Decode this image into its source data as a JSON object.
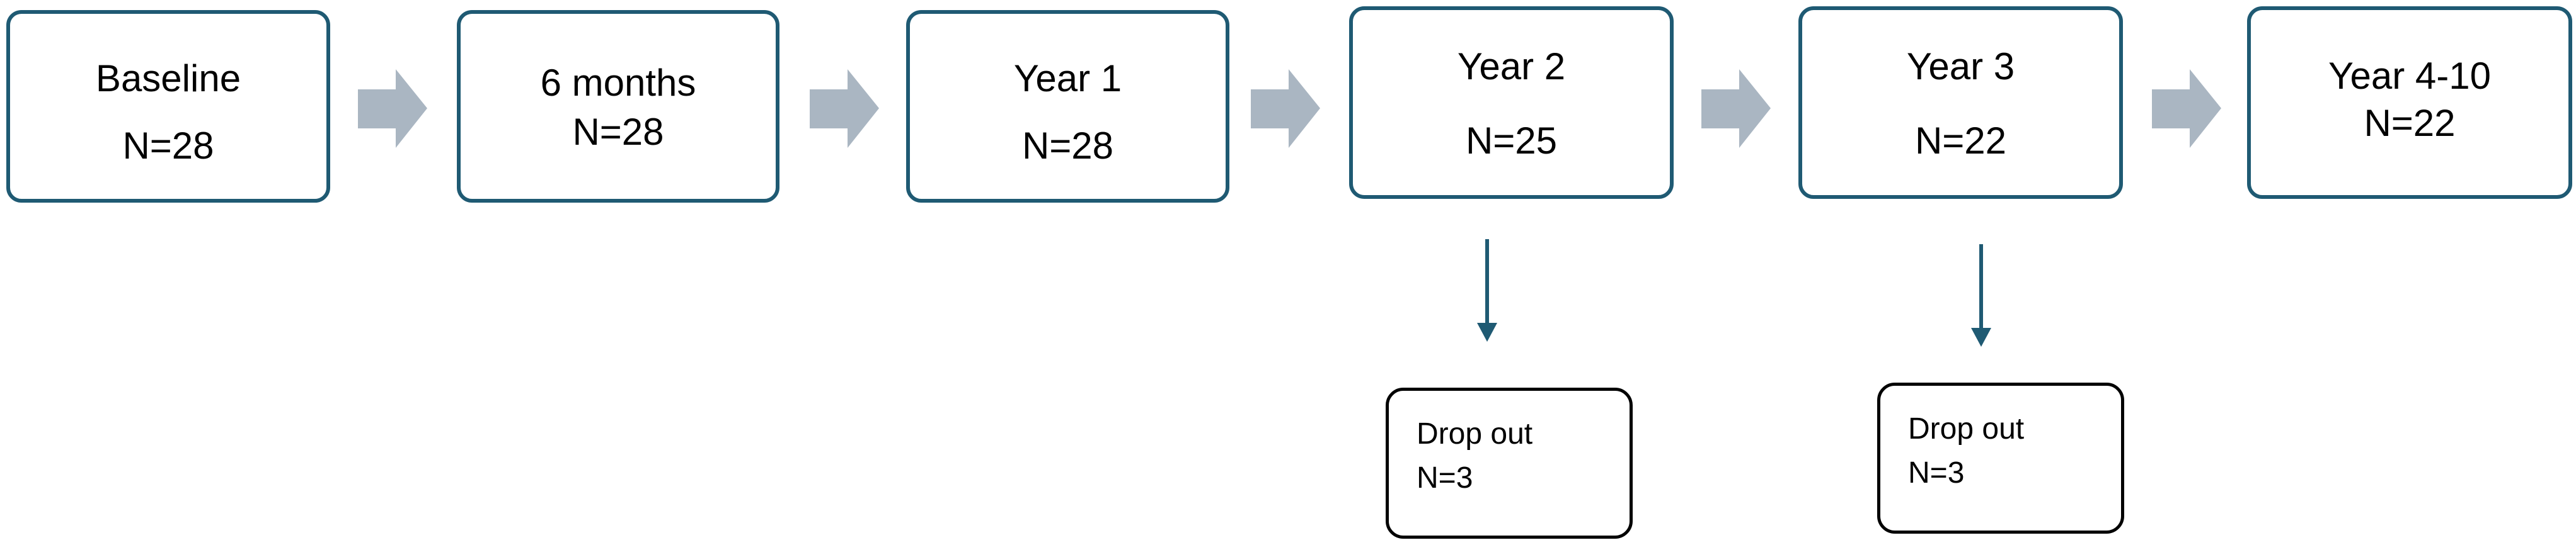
{
  "colors": {
    "box_border": "#1f5a73",
    "flow_arrow": "#aab6c2",
    "down_arrow": "#1f5a73",
    "dropout_border": "#000000"
  },
  "stages": [
    {
      "label": "Baseline",
      "count": "N=28"
    },
    {
      "label": "6 months",
      "count": "N=28"
    },
    {
      "label": "Year 1",
      "count": "N=28"
    },
    {
      "label": "Year 2",
      "count": "N=25"
    },
    {
      "label": "Year 3",
      "count": "N=22"
    },
    {
      "label": "Year 4-10",
      "count": "N=22"
    }
  ],
  "dropouts": [
    {
      "after_stage": "Year 2",
      "label": "Drop out",
      "count": "N=3"
    },
    {
      "after_stage": "Year 3",
      "label": "Drop out",
      "count": "N=3"
    }
  ]
}
